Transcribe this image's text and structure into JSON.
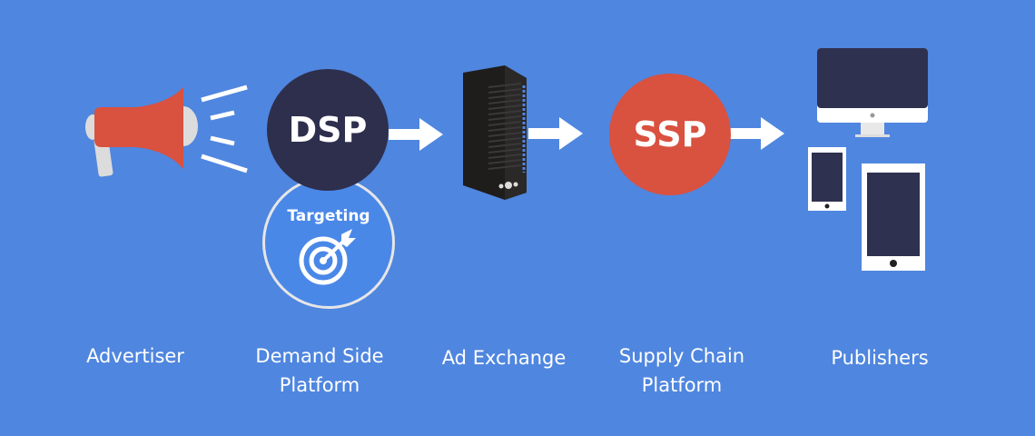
{
  "colors": {
    "background": "#4f86df",
    "dsp": "#2e2f4d",
    "ssp": "#d9513f",
    "targeting": "#4a88e8",
    "megaphone": "#d9513f"
  },
  "nodes": {
    "dsp": {
      "text": "DSP"
    },
    "targeting": {
      "text": "Targeting"
    },
    "ssp": {
      "text": "SSP"
    }
  },
  "labels": {
    "advertiser": "Advertiser",
    "dsp_line1": "Demand Side",
    "dsp_line2": "Platform",
    "exchange": "Ad Exchange",
    "ssp_line1": "Supply Chain",
    "ssp_line2": "Platform",
    "publishers": "Publishers"
  }
}
